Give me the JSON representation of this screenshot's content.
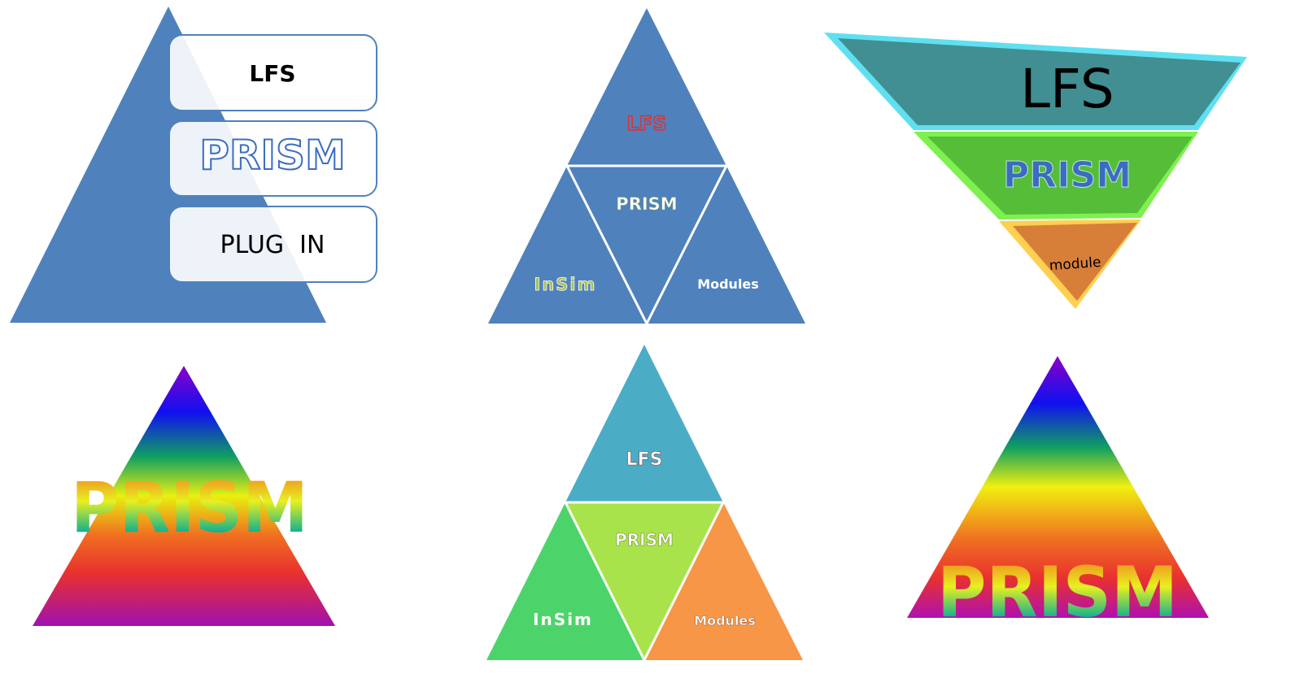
{
  "diagram1": {
    "boxes": [
      "LFS",
      "PRISM",
      "PLUG  IN"
    ]
  },
  "diagram2": {
    "top": "LFS",
    "middle": "PRISM",
    "left": "InSim",
    "right": "Modules"
  },
  "diagram3": {
    "layers": [
      "LFS",
      "PRISM",
      "module"
    ]
  },
  "diagram4": {
    "label": "PRISM"
  },
  "diagram5": {
    "top": "LFS",
    "middle": "PRISM",
    "left": "InSim",
    "right": "Modules"
  },
  "diagram6": {
    "label": "PRISM"
  },
  "colors": {
    "blue": "#4f81bd",
    "teal": "#418f92",
    "green": "#55bd38",
    "orange": "#d77f38",
    "cyan": "#4bacc6",
    "lime": "#a9e34b",
    "mint": "#4cd46a",
    "peach": "#f79646"
  }
}
